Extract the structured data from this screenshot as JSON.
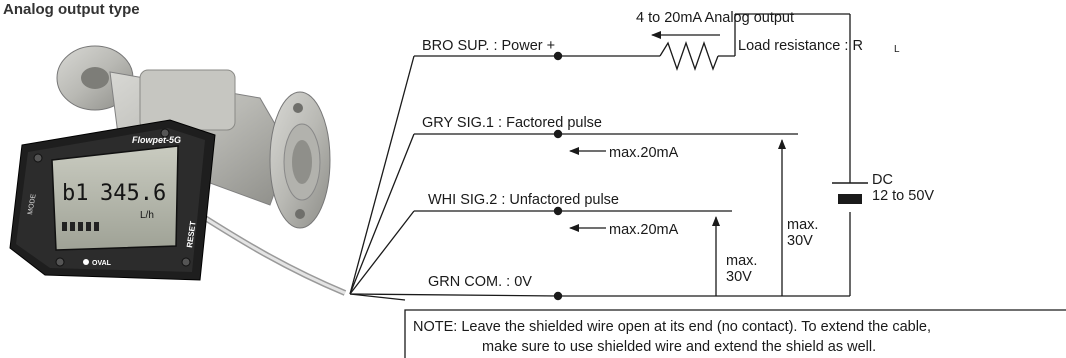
{
  "title": "Analog output type",
  "device": {
    "brand": "Flowpet-5G",
    "maker": "OVAL",
    "side_label": "MODE",
    "reset_label": "RESET",
    "display_left": "b1",
    "display_value": "345.6",
    "display_unit": "L/h"
  },
  "terminals": [
    {
      "label": "BRO SUP. : Power +"
    },
    {
      "label": "GRY SIG.1 : Factored pulse"
    },
    {
      "label": "WHI SIG.2 : Unfactored pulse"
    },
    {
      "label": "GRN COM. : 0V"
    }
  ],
  "analog_output_label": "4 to 20mA Analog output",
  "load_resistance_label": "Load resistance : R",
  "load_resistance_subscript": "L",
  "current_sig1": "max.20mA",
  "current_sig2": "max.20mA",
  "dc_supply": {
    "line1": "DC",
    "line2": "12 to 50V"
  },
  "voltage_sig1": {
    "line1": "max.",
    "line2": "30V"
  },
  "voltage_sig2": {
    "line1": "max.",
    "line2": "30V"
  },
  "note": {
    "line1": "NOTE: Leave the shielded wire open at its end (no contact). To extend the cable,",
    "line2": "make sure to use shielded wire and extend the shield as well."
  },
  "icons": [
    "flowmeter-photo",
    "resistor-symbol",
    "dc-source-symbol",
    "arrow"
  ]
}
